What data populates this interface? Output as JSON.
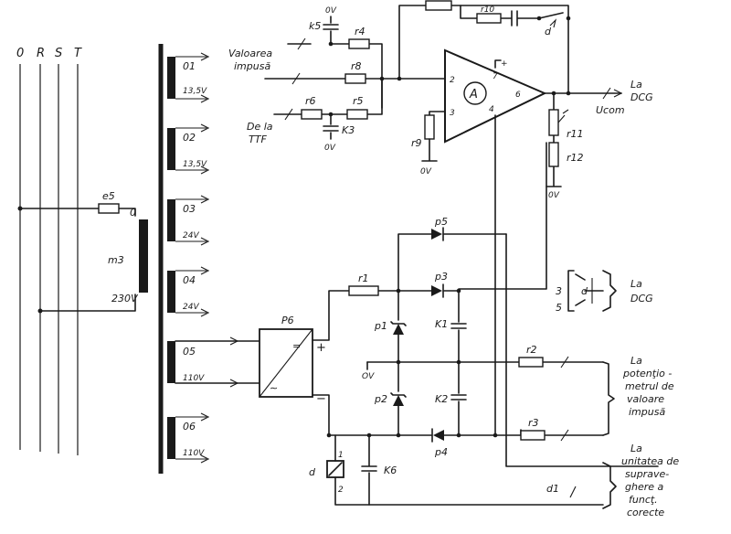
{
  "supply": {
    "phases": [
      "0",
      "R",
      "S",
      "T"
    ]
  },
  "transformer": {
    "fuse": "e5",
    "primary_tap": "0",
    "primary_name": "m3",
    "primary_voltage": "230V",
    "secondaries": [
      {
        "name": "01",
        "voltage": "13,5V"
      },
      {
        "name": "02",
        "voltage": "13,5V"
      },
      {
        "name": "03",
        "voltage": "24V"
      },
      {
        "name": "04",
        "voltage": "24V"
      },
      {
        "name": "05",
        "voltage": "110V"
      },
      {
        "name": "06",
        "voltage": "110V"
      }
    ]
  },
  "amplifier": {
    "symbol": "A",
    "pins": {
      "in_minus": "2",
      "in_plus": "3",
      "supply_top": "7",
      "supply_bottom": "4",
      "output": "6",
      "plus_sign": "+"
    },
    "output_signal": "Ucom",
    "output_dest": [
      "La",
      "DCG"
    ],
    "feedback_switch": "d",
    "feedback_resistor": "r10"
  },
  "inputs": {
    "top_label": [
      "Valoarea",
      "impusă"
    ],
    "bottom_label": [
      "De la",
      "TTF"
    ]
  },
  "components": {
    "k5": "k5",
    "k3": "K3",
    "r4": "r4",
    "r8": "r8",
    "r6": "r6",
    "r5": "r5",
    "r9": "r9",
    "r11": "r11",
    "r12": "r12",
    "r1": "r1",
    "r2": "r2",
    "r3": "r3",
    "p1": "p1",
    "p2": "p2",
    "p3": "p3",
    "p4": "p4",
    "p5": "p5",
    "p6": "P6",
    "k1": "K1",
    "k2": "K2",
    "k6": "K6",
    "relay": "d",
    "relay_pin1": "1",
    "relay_pin2": "2",
    "zero_v": "0V",
    "ov_label": "OV",
    "rectifier_plus": "+",
    "rectifier_minus": "−",
    "rectifier_dc": "=",
    "rectifier_ac": "∼"
  },
  "outputs": {
    "dcg_block": {
      "contacts": [
        "3",
        "5"
      ],
      "name": "d",
      "dest": [
        "La",
        "DCG"
      ]
    },
    "potentiometer_dest": [
      "La",
      "potenţio -",
      "metrul de",
      "valoare",
      "impusă"
    ],
    "supervision_name": "d1",
    "supervision_dest": [
      "La",
      "unitatea de",
      "suprave-",
      "ghere a",
      "funcţ.",
      "corecte"
    ]
  }
}
